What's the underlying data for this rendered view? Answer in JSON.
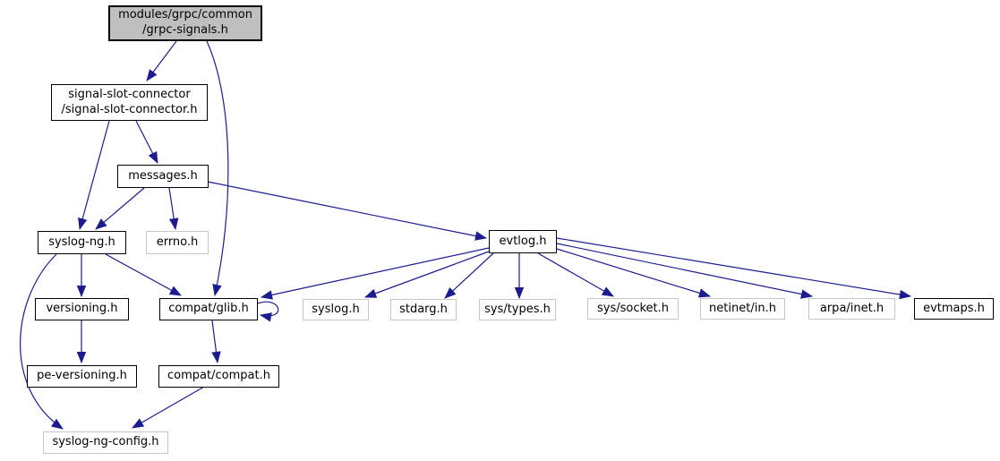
{
  "diagram": {
    "type": "include-dependency-graph",
    "background_color": "#ffffff",
    "edge_color": "#1c1c8f",
    "documented_node_border_color": "#000000",
    "external_node_border_color": "#c6c6c6",
    "root_node_fill_color": "#bfbfbf"
  },
  "nodes": [
    {
      "id": "grpc-signals",
      "label": "modules/grpc/common\n/grpc-signals.h",
      "type": "root"
    },
    {
      "id": "signal-slot-connector",
      "label": "signal-slot-connector\n/signal-slot-connector.h",
      "type": "internal"
    },
    {
      "id": "messages",
      "label": "messages.h",
      "type": "internal"
    },
    {
      "id": "syslog-ng",
      "label": "syslog-ng.h",
      "type": "internal"
    },
    {
      "id": "errno",
      "label": "errno.h",
      "type": "external"
    },
    {
      "id": "evtlog",
      "label": "evtlog.h",
      "type": "internal"
    },
    {
      "id": "versioning",
      "label": "versioning.h",
      "type": "internal"
    },
    {
      "id": "compat-glib",
      "label": "compat/glib.h",
      "type": "internal"
    },
    {
      "id": "syslog",
      "label": "syslog.h",
      "type": "external"
    },
    {
      "id": "stdarg",
      "label": "stdarg.h",
      "type": "external"
    },
    {
      "id": "sys-types",
      "label": "sys/types.h",
      "type": "external"
    },
    {
      "id": "sys-socket",
      "label": "sys/socket.h",
      "type": "external"
    },
    {
      "id": "netinet-in",
      "label": "netinet/in.h",
      "type": "external"
    },
    {
      "id": "arpa-inet",
      "label": "arpa/inet.h",
      "type": "external"
    },
    {
      "id": "evtmaps",
      "label": "evtmaps.h",
      "type": "internal"
    },
    {
      "id": "pe-versioning",
      "label": "pe-versioning.h",
      "type": "internal"
    },
    {
      "id": "compat-compat",
      "label": "compat/compat.h",
      "type": "internal"
    },
    {
      "id": "syslog-ng-config",
      "label": "syslog-ng-config.h",
      "type": "external"
    }
  ],
  "edges": [
    {
      "from": "modules/grpc/common/grpc-signals.h",
      "to": "signal-slot-connector/signal-slot-connector.h"
    },
    {
      "from": "modules/grpc/common/grpc-signals.h",
      "to": "compat/glib.h"
    },
    {
      "from": "signal-slot-connector/signal-slot-connector.h",
      "to": "messages.h"
    },
    {
      "from": "signal-slot-connector/signal-slot-connector.h",
      "to": "syslog-ng.h"
    },
    {
      "from": "messages.h",
      "to": "syslog-ng.h"
    },
    {
      "from": "messages.h",
      "to": "errno.h"
    },
    {
      "from": "messages.h",
      "to": "evtlog.h"
    },
    {
      "from": "syslog-ng.h",
      "to": "versioning.h"
    },
    {
      "from": "syslog-ng.h",
      "to": "compat/glib.h"
    },
    {
      "from": "syslog-ng.h",
      "to": "syslog-ng-config.h"
    },
    {
      "from": "versioning.h",
      "to": "pe-versioning.h"
    },
    {
      "from": "compat/glib.h",
      "to": "compat/compat.h"
    },
    {
      "from": "compat/glib.h",
      "to": "compat/glib.h"
    },
    {
      "from": "compat/compat.h",
      "to": "syslog-ng-config.h"
    },
    {
      "from": "evtlog.h",
      "to": "compat/glib.h"
    },
    {
      "from": "evtlog.h",
      "to": "syslog.h"
    },
    {
      "from": "evtlog.h",
      "to": "stdarg.h"
    },
    {
      "from": "evtlog.h",
      "to": "sys/types.h"
    },
    {
      "from": "evtlog.h",
      "to": "sys/socket.h"
    },
    {
      "from": "evtlog.h",
      "to": "netinet/in.h"
    },
    {
      "from": "evtlog.h",
      "to": "arpa/inet.h"
    },
    {
      "from": "evtlog.h",
      "to": "evtmaps.h"
    }
  ]
}
